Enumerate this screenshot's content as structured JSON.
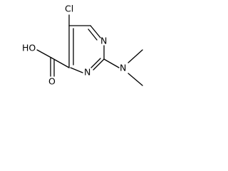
{
  "structure": {
    "atoms": {
      "chlorine": "Cl",
      "ring_nitrogen_upper": "N",
      "ring_nitrogen_lower": "N",
      "amine_nitrogen": "N",
      "hydroxyl": "HO",
      "carbonyl_oxygen": "O"
    }
  }
}
